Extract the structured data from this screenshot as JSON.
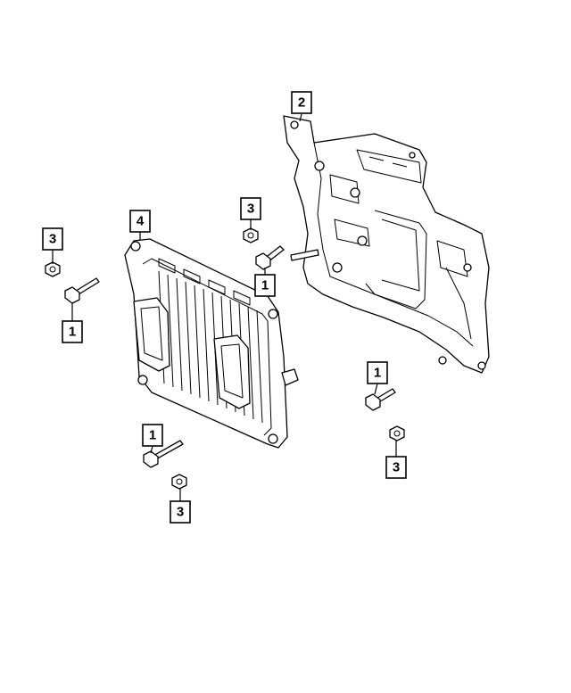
{
  "callouts": [
    {
      "id": "c1",
      "label": "2"
    },
    {
      "id": "c2",
      "label": "4"
    },
    {
      "id": "c3",
      "label": "3"
    },
    {
      "id": "c4",
      "label": "3"
    },
    {
      "id": "c5",
      "label": "1"
    },
    {
      "id": "c6",
      "label": "1"
    },
    {
      "id": "c7",
      "label": "1"
    },
    {
      "id": "c8",
      "label": "3"
    },
    {
      "id": "c9",
      "label": "1"
    },
    {
      "id": "c10",
      "label": "3"
    }
  ],
  "parts": {
    "bolt": "1",
    "bracket": "2",
    "nut": "3",
    "module": "4"
  }
}
